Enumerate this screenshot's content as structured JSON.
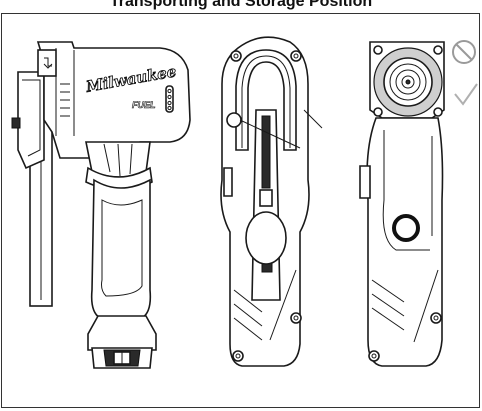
{
  "page": {
    "title": "Transporting and Storage Position"
  },
  "illustration": {
    "brand_text": "Milwaukee",
    "sub_brand_text": "FUEL",
    "views": [
      "side-view-with-band",
      "front-view-band-installed",
      "front-view-band-removed"
    ],
    "status_icons": [
      "prohibited-icon",
      "checkmark-icon"
    ]
  }
}
